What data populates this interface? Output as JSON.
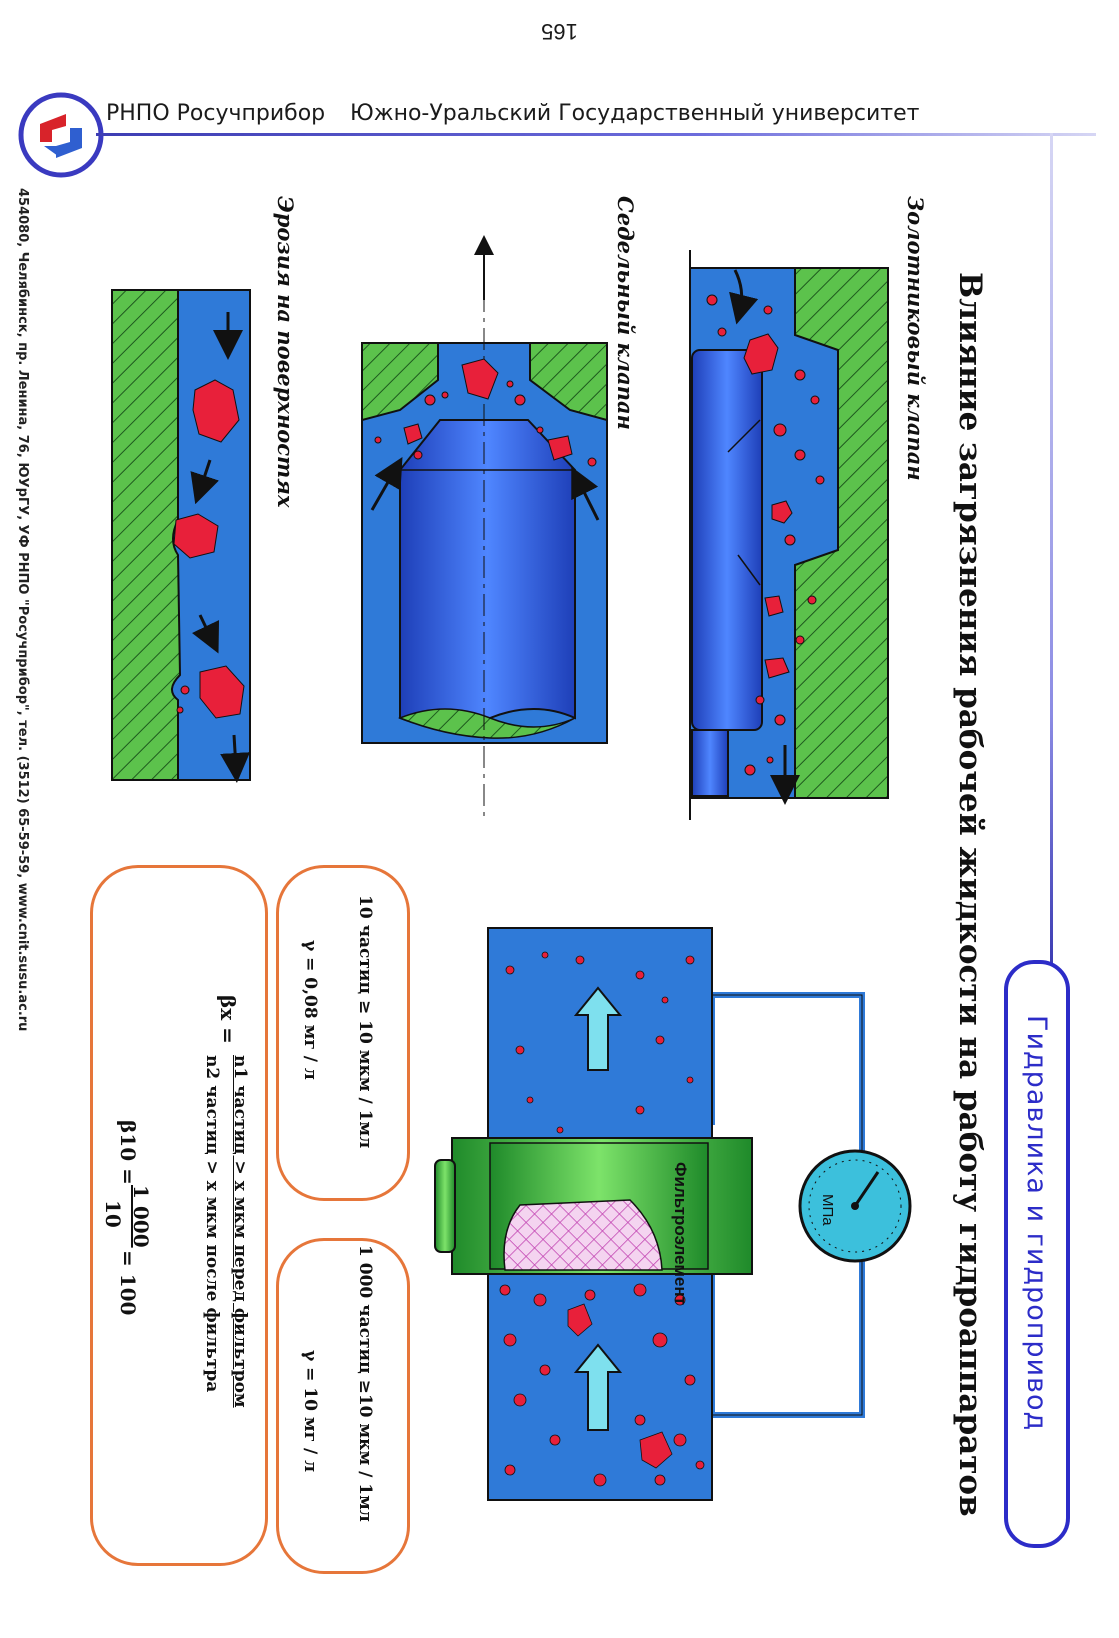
{
  "page_number": "165",
  "header": {
    "company": "РНПО Росучприбор",
    "university": "Южно-Уральский Государственный университет"
  },
  "section_label": "Гидравлика и гидропривод",
  "title": "Влияние загрязнения рабочей жидкости на работу гидроаппаратов",
  "captions": {
    "spool": "Золотниковый клапан",
    "seat": "Седельный клапан",
    "erosion": "Эрозия на поверхностях"
  },
  "filter": {
    "element_label": "Фильтроэлемент",
    "gauge_unit": "МПа"
  },
  "boxes": {
    "after": {
      "count": "10 частиц ≥ 10 мкм / 1мл",
      "gamma": "γ = 0,08 мг / л"
    },
    "before": {
      "count": "1 000 частиц ≥10 мкм / 1мл",
      "gamma": "γ = 10 мг / л"
    }
  },
  "formula": {
    "beta_x": "βx =",
    "numerator": "n1 частиц > x мкм перед фильтром",
    "denominator": "n2 частиц > x мкм после фильтра",
    "beta_10": "β10 =",
    "frac_num": "1 000",
    "frac_den": "10",
    "result": "= 100"
  },
  "footer": "454080, Челябинск, пр. Ленина, 76, ЮУрГУ, УФ РНПО \"Росучприбор\", тел. (3512) 65-59-59, www.cnit.susu.ac.ru",
  "colors": {
    "fluid": "#2f7ad8",
    "wall": "#58c44a",
    "particle": "#e8203a",
    "accent": "#2c2cc8",
    "box_border": "#e6763a"
  }
}
